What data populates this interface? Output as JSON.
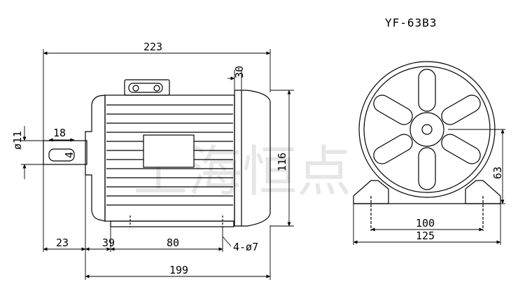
{
  "model": "YF-63B3",
  "watermark": "上海恒点",
  "dimensions": {
    "overall_length": "223",
    "body_length": "199",
    "shaft_extension": "23",
    "foot_offset": "39",
    "foot_hole_spacing": "80",
    "foot_holes": "4-ø7",
    "shaft_diameter": "ø11",
    "key_length": "18",
    "key_width": "4",
    "terminal_box_offset": "30",
    "overall_height": "116",
    "center_height": "63",
    "foot_hole_span": "100",
    "foot_width": "125"
  }
}
